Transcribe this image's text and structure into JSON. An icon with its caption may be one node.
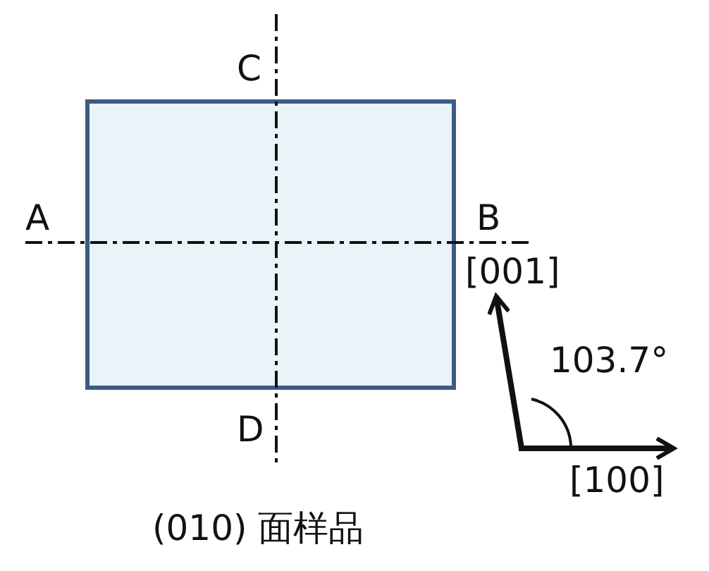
{
  "diagram": {
    "caption": "(010) 面样品",
    "nodes": [
      {
        "text": [],
        "shape": "box"
      }
    ],
    "labels": [
      "C",
      "A",
      "B",
      "[001]",
      "103.7°",
      "D",
      "[100]"
    ]
  }
}
